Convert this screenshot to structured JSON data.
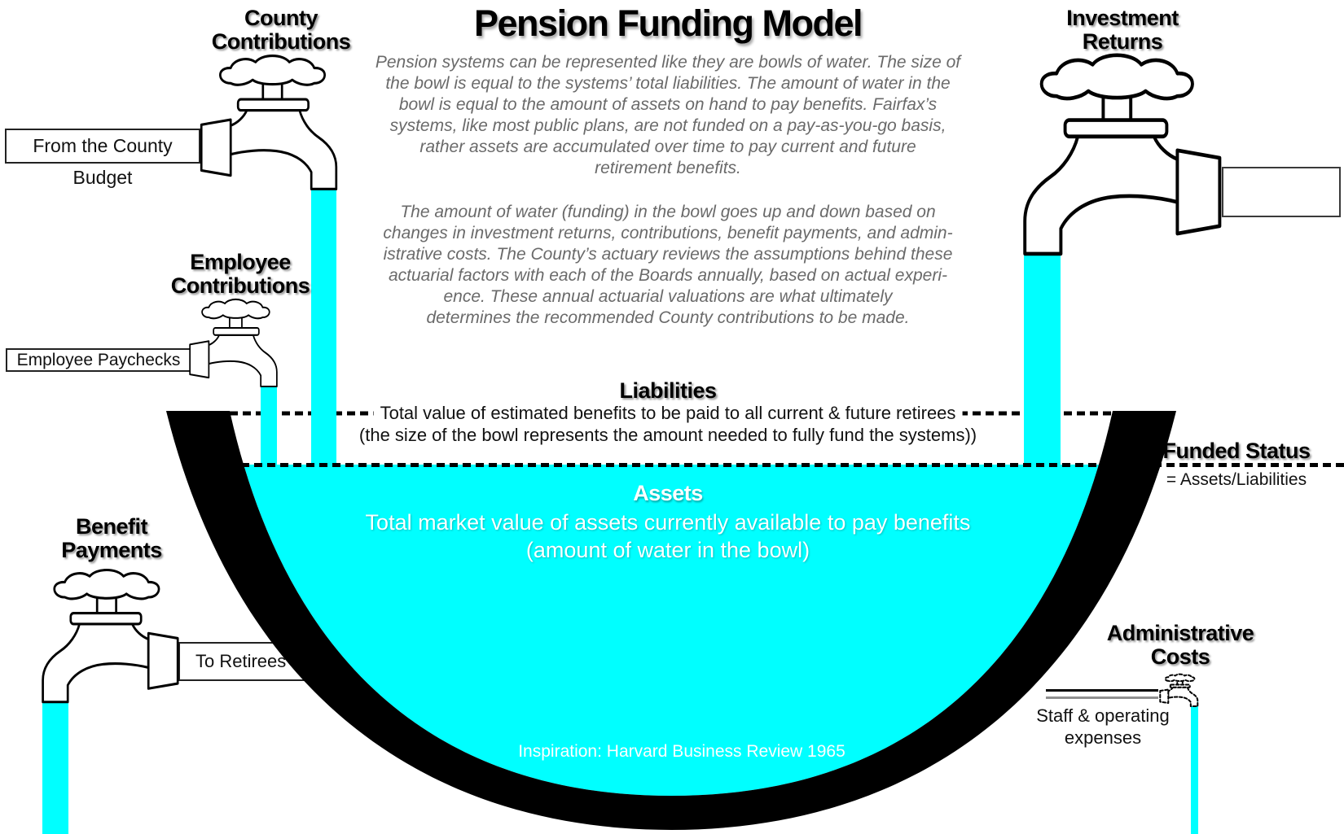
{
  "title": "Pension Funding Model",
  "intro": {
    "paragraph1_lines": [
      "Pension systems can be represented like they are bowls of water. The size of",
      "the bowl is equal to the systems’ total liabilities. The amount of water in the",
      "bowl is equal to the amount of assets on hand to pay benefits. Fairfax’s",
      "systems, like most public plans, are not funded on a pay-as-you-go basis,",
      "rather assets are accumulated over time to pay current and future",
      "retirement benefits."
    ],
    "paragraph2_lines": [
      "The amount of water (funding) in the bowl goes up and down based on",
      "changes in investment returns, contributions, benefit payments, and admin-",
      "istrative costs. The County’s actuary reviews the assumptions behind these",
      "actuarial factors with each of the Boards annually, based on actual experi-",
      "ence. These annual actuarial valuations are what ultimately",
      "determines the recommended County contributions to be made."
    ]
  },
  "faucets": {
    "county": {
      "heading_lines": [
        "County",
        "Contributions"
      ],
      "source_label": "From the County Budget"
    },
    "employee": {
      "heading_lines": [
        "Employee",
        "Contributions"
      ],
      "source_label": "Employee Paychecks"
    },
    "investment": {
      "heading_lines": [
        "Investment",
        "Returns"
      ],
      "source_label": ""
    },
    "benefit": {
      "heading_lines": [
        "Benefit",
        "Payments"
      ],
      "outflow_label": "To Retirees"
    },
    "admin": {
      "heading_lines": [
        "Administrative",
        "Costs"
      ],
      "outflow_label_lines": [
        "Staff & operating",
        "expenses"
      ]
    }
  },
  "liabilities": {
    "heading": "Liabilities",
    "line1": "Total value of estimated benefits to be paid to all current & future retirees",
    "line2": "(the size of the bowl represents the amount needed to fully fund the systems))"
  },
  "funded_status": {
    "heading": "Funded Status",
    "formula": "= Assets/Liabilities"
  },
  "assets": {
    "heading": "Assets",
    "line1": "Total market value of assets currently available to pay benefits",
    "line2": "(amount of water in the bowl)"
  },
  "credit": "Inspiration: Harvard Business Review 1965",
  "colors": {
    "water": "#00ffff",
    "bowl": "#000000"
  }
}
